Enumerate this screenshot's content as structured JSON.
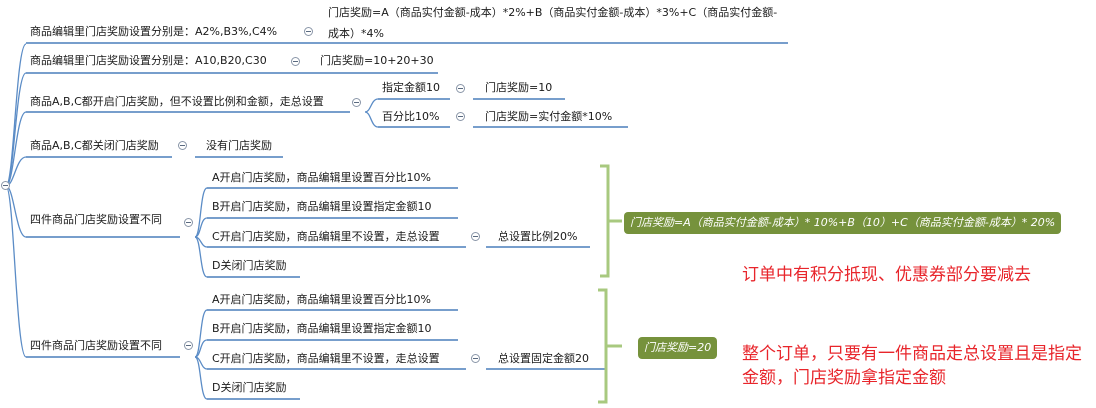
{
  "rows": {
    "r1": {
      "label": "商品编辑里门店奖励设置分别是：A2%,B3%,C4%",
      "result": "门店奖励=A（商品实付金额-成本）*2%+B（商品实付金额-成本）*3%+C（商品实付金额-成本）*4%"
    },
    "r2": {
      "label": "商品编辑里门店奖励设置分别是：A10,B20,C30",
      "result": "门店奖励=10+20+30"
    },
    "r3": {
      "label": "商品A,B,C都开启门店奖励，但不设置比例和金额，走总设置",
      "sub1": {
        "label": "指定金额10",
        "result": "门店奖励=10"
      },
      "sub2": {
        "label": "百分比10%",
        "result": "门店奖励=实付金额*10%"
      }
    },
    "r4": {
      "label": "商品A,B,C都关闭门店奖励",
      "result": "没有门店奖励"
    },
    "r5": {
      "label": "四件商品门店奖励设置不同",
      "items": [
        "A开启门店奖励，商品编辑里设置百分比10%",
        "B开启门店奖励，商品编辑里设置指定金额10",
        "C开启门店奖励，商品编辑里不设置，走总设置",
        "D关闭门店奖励"
      ],
      "c_result": "总设置比例20%",
      "summary": "门店奖励=A（商品实付金额-成本）* 10%+B（10）+C（商品实付金额-成本）* 20%"
    },
    "r6": {
      "label": "四件商品门店奖励设置不同",
      "items": [
        "A开启门店奖励，商品编辑里设置百分比10%",
        "B开启门店奖励，商品编辑里设置指定金额10",
        "C开启门店奖励，商品编辑里不设置，走总设置",
        "D关闭门店奖励"
      ],
      "c_result": "总设置固定金额20",
      "summary": "门店奖励=20"
    }
  },
  "notes": [
    "订单中有积分抵现、优惠券部分要减去",
    "整个订单，只要有一件商品走总设置且是指定金额，门店奖励拿指定金额"
  ],
  "colors": {
    "branch": "#5b8cc6",
    "underline": "#4a7ebb",
    "bracket": "#a8c97f",
    "summary_box": "#76923c",
    "note_text": "#e8252b"
  }
}
